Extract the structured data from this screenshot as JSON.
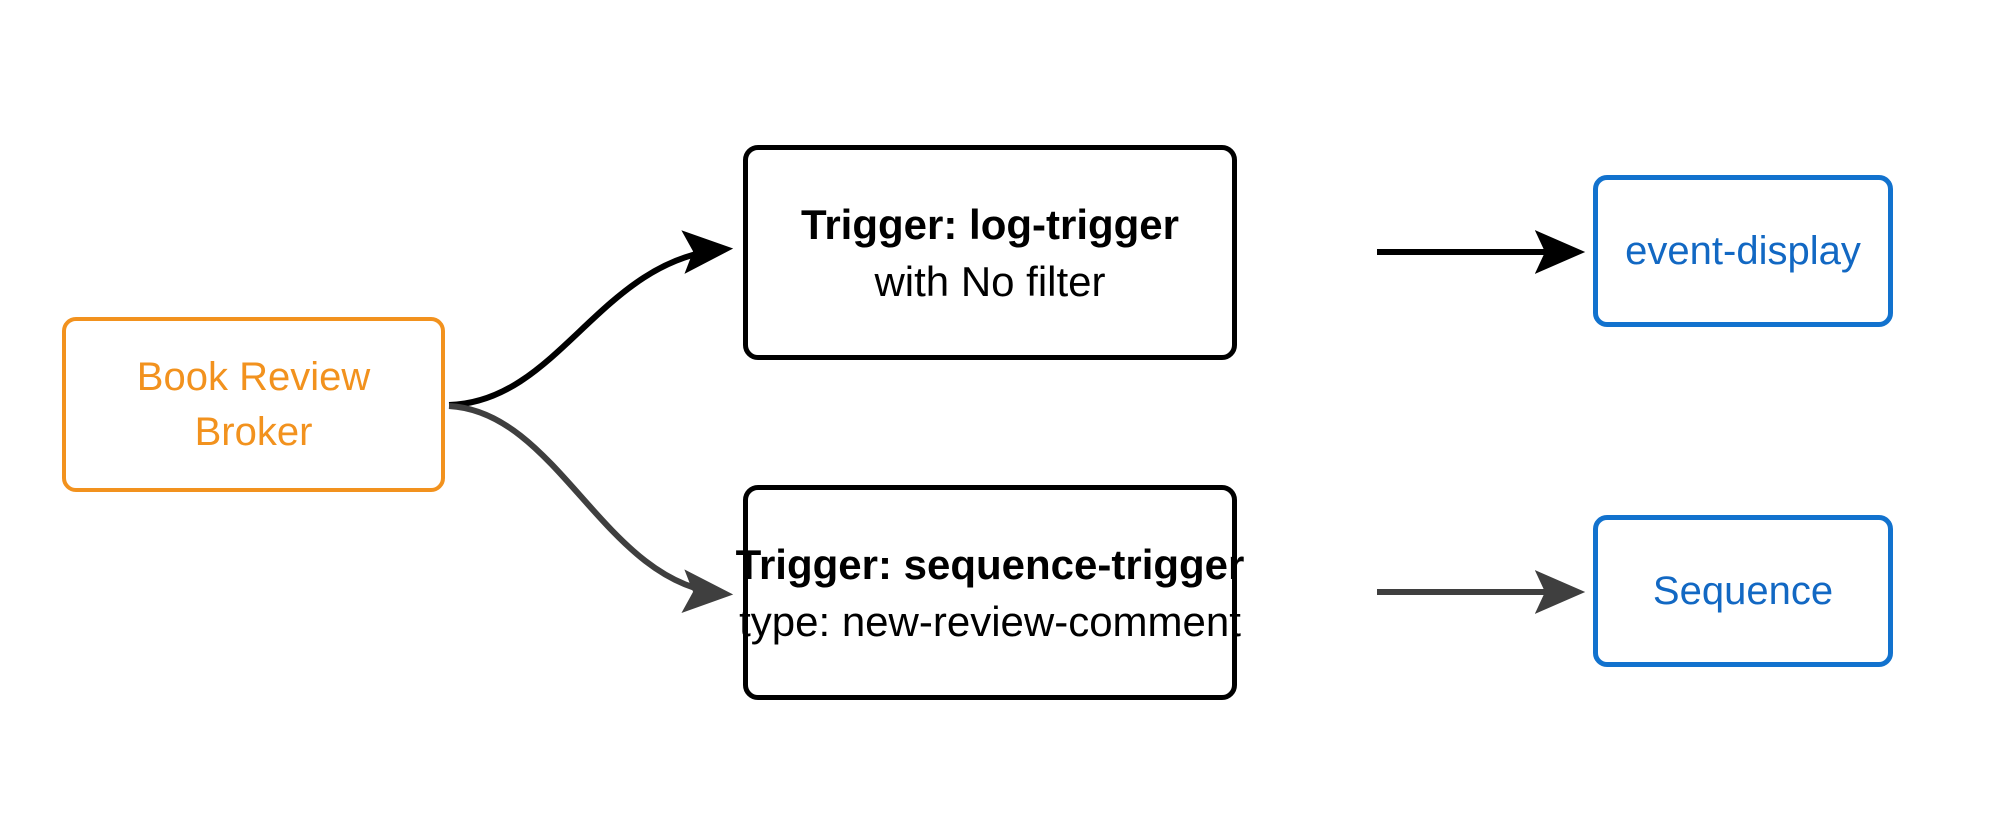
{
  "diagram": {
    "type": "flow",
    "background": "#ffffff",
    "colors": {
      "broker_stroke": "#f2921e",
      "broker_text": "#f2921e",
      "trigger_stroke": "#000000",
      "trigger_text": "#000000",
      "sink_stroke": "#1272ce",
      "sink_text": "#1268c3",
      "edge_black": "#000000",
      "edge_gray": "#3f3f3f"
    },
    "nodes": {
      "broker": {
        "line1": "Book Review",
        "line2": "Broker"
      },
      "trigger_log": {
        "title": "Trigger: log-trigger",
        "subtitle": "with No filter"
      },
      "trigger_sequence": {
        "title": "Trigger: sequence-trigger",
        "subtitle": "type: new-review-comment"
      },
      "sink_event_display": {
        "label": "event-display"
      },
      "sink_sequence": {
        "label": "Sequence"
      }
    },
    "edges": [
      {
        "id": "broker-to-log-trigger",
        "from": "broker",
        "to": "trigger_log",
        "label": "",
        "style": "curved",
        "color": "#000000"
      },
      {
        "id": "broker-to-sequence-trigger",
        "from": "broker",
        "to": "trigger_sequence",
        "label": "",
        "style": "curved",
        "color": "#3f3f3f"
      },
      {
        "id": "log-trigger-to-event-display",
        "from": "trigger_log",
        "to": "sink_event_display",
        "label": "",
        "style": "straight",
        "color": "#000000"
      },
      {
        "id": "sequence-trigger-to-sequence",
        "from": "trigger_sequence",
        "to": "sink_sequence",
        "label": "",
        "style": "straight",
        "color": "#3f3f3f"
      }
    ]
  }
}
